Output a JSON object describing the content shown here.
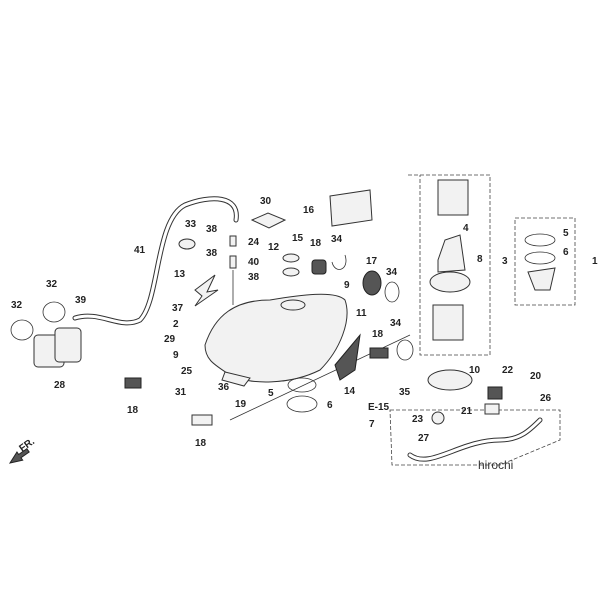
{
  "diagram": {
    "watermark": "hirochi",
    "front_marker": "FR.",
    "reference_code": "E-15",
    "callouts": [
      "30",
      "16",
      "38",
      "24",
      "33",
      "41",
      "12",
      "15",
      "18",
      "34",
      "38",
      "40",
      "13",
      "38",
      "17",
      "34",
      "9",
      "11",
      "32",
      "32",
      "39",
      "37",
      "2",
      "29",
      "18",
      "34",
      "9",
      "25",
      "36",
      "31",
      "28",
      "5",
      "19",
      "14",
      "6",
      "18",
      "18",
      "10",
      "35",
      "22",
      "20",
      "26",
      "21",
      "23",
      "7",
      "27",
      "4",
      "8",
      "3",
      "5",
      "6",
      "1"
    ]
  }
}
